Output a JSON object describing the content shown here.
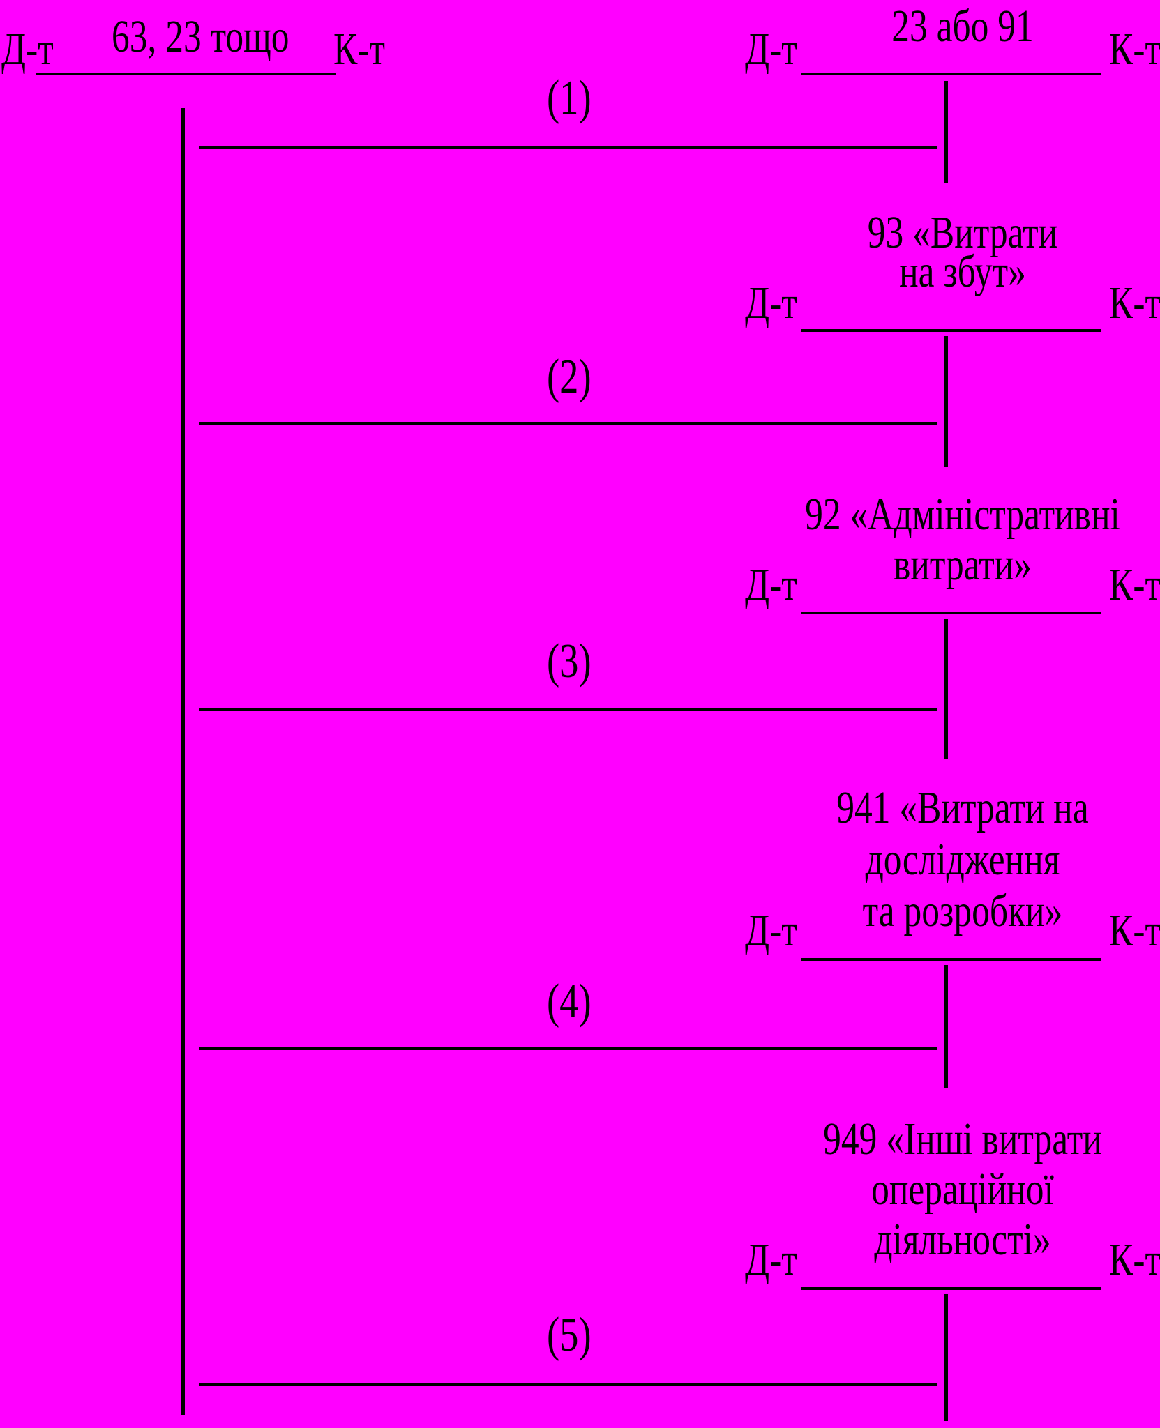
{
  "source_account": {
    "name": "63, 23 тощо",
    "debit": "Д-т",
    "credit": "К-т"
  },
  "target_accounts": [
    {
      "lines": [
        "23 або 91"
      ],
      "debit": "Д-т",
      "credit": "К-т"
    },
    {
      "lines": [
        "93 «Витрати",
        "на збут»"
      ],
      "debit": "Д-т",
      "credit": "К-т"
    },
    {
      "lines": [
        "92 «Адміністративні",
        "витрати»"
      ],
      "debit": "Д-т",
      "credit": "К-т"
    },
    {
      "lines": [
        "941 «Витрати на",
        "дослідження",
        "та розробки»"
      ],
      "debit": "Д-т",
      "credit": "К-т"
    },
    {
      "lines": [
        "949 «Інші витрати",
        "операційної",
        "діяльності»"
      ],
      "debit": "Д-т",
      "credit": "К-т"
    }
  ],
  "entries": [
    "(1)",
    "(2)",
    "(3)",
    "(4)",
    "(5)"
  ]
}
